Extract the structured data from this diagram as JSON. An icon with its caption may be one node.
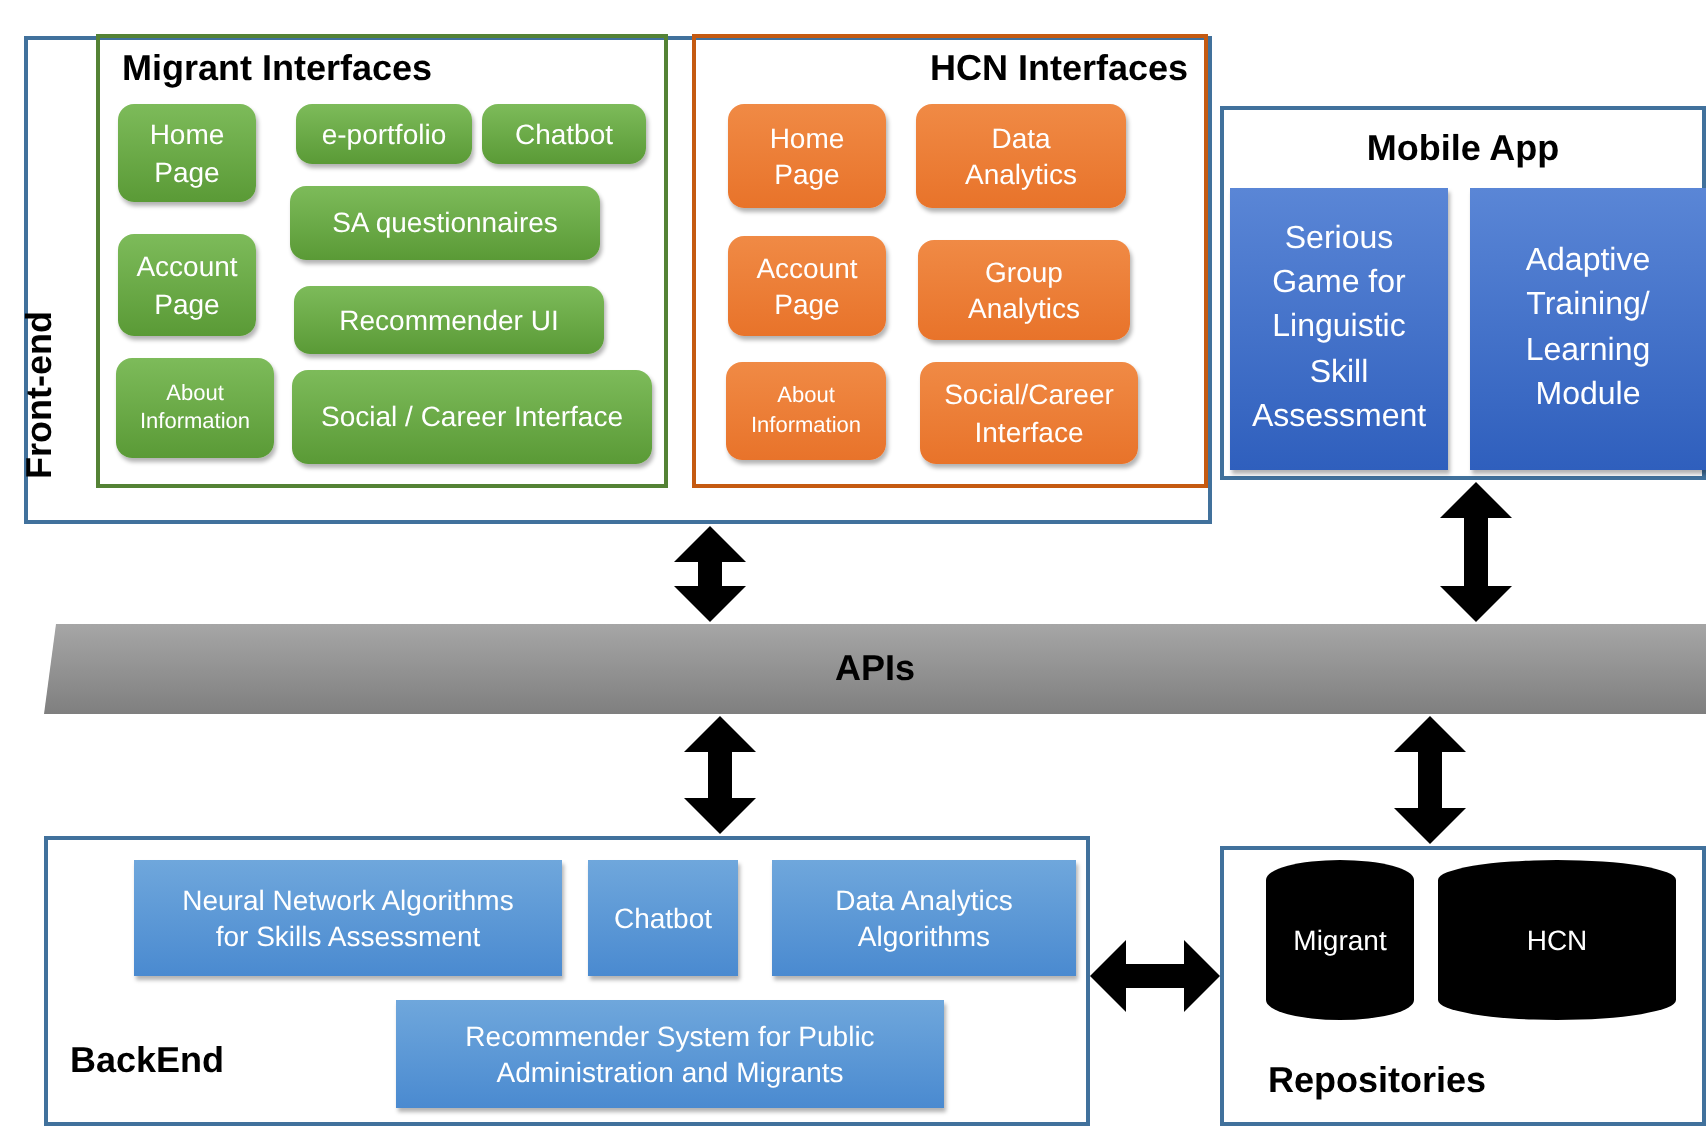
{
  "diagram": {
    "nodes": [
      {
        "text": [
          "Front-end"
        ]
      },
      {
        "text": [
          "Migrant Interfaces"
        ],
        "in": 0
      },
      {
        "text": [
          "Home Page"
        ],
        "in": 1
      },
      {
        "text": [
          "e-portfolio"
        ],
        "in": 1
      },
      {
        "text": [
          "Chatbot"
        ],
        "in": 1
      },
      {
        "text": [
          "Account Page"
        ],
        "in": 1
      },
      {
        "text": [
          "SA questionnaires"
        ],
        "in": 1
      },
      {
        "text": [
          "Recommender UI"
        ],
        "in": 1
      },
      {
        "text": [
          "About Information"
        ],
        "in": 1
      },
      {
        "text": [
          "Social / Career Interface"
        ],
        "in": 1
      },
      {
        "text": [
          "HCN Interfaces"
        ],
        "in": 0
      },
      {
        "text": [
          "Home Page"
        ],
        "in": 10
      },
      {
        "text": [
          "Data Analytics"
        ],
        "in": 10
      },
      {
        "text": [
          "Account Page"
        ],
        "in": 10
      },
      {
        "text": [
          "Group Analytics"
        ],
        "in": 10
      },
      {
        "text": [
          "About Information"
        ],
        "in": 10
      },
      {
        "text": [
          "Social/Career Interface"
        ],
        "in": 10
      },
      {
        "text": [
          "Mobile App"
        ]
      },
      {
        "text": [
          "Serious Game for Linguistic Skill Assessment"
        ],
        "in": 17
      },
      {
        "text": [
          "Adaptive Training/ Learning Module"
        ],
        "in": 17
      },
      {
        "text": [
          "APIs"
        ]
      },
      {
        "text": [
          "BackEnd"
        ]
      },
      {
        "text": [
          "Neural Network Algorithms for Skills Assessment"
        ],
        "in": 21
      },
      {
        "text": [
          "Chatbot"
        ],
        "in": 21
      },
      {
        "text": [
          "Data Analytics Algorithms"
        ],
        "in": 21
      },
      {
        "text": [
          "Recommender System for Public Administration and Migrants"
        ],
        "in": 21
      },
      {
        "text": [
          "Repositories"
        ]
      },
      {
        "text": [
          "Migrant"
        ],
        "in": 26
      },
      {
        "text": [
          "HCN"
        ],
        "in": 26
      }
    ],
    "edges": [
      {
        "from": 0,
        "to": 20,
        "arrow": "both"
      },
      {
        "from": 17,
        "to": 20,
        "arrow": "both"
      },
      {
        "from": 20,
        "to": 21,
        "arrow": "both"
      },
      {
        "from": 20,
        "to": 26,
        "arrow": "both"
      },
      {
        "from": 21,
        "to": 26,
        "arrow": "both"
      }
    ]
  }
}
